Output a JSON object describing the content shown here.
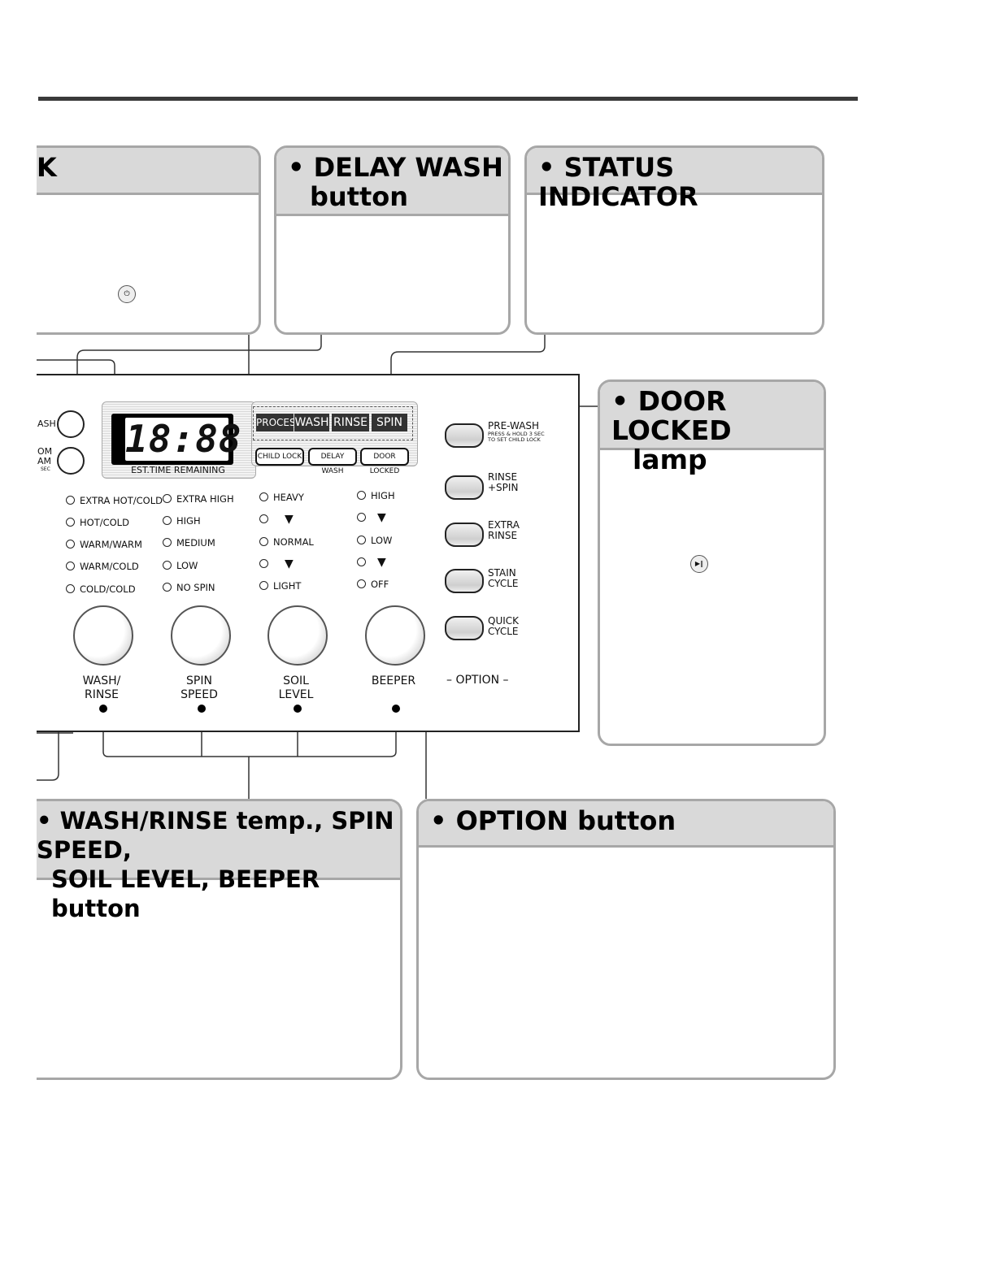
{
  "header_rule": true,
  "callouts": {
    "child_lock_partial": {
      "title": "K"
    },
    "delay_wash": {
      "title_line1": "• DELAY  WASH",
      "title_line2": "button"
    },
    "status_indicator": {
      "title": "• STATUS INDICATOR"
    },
    "door_locked": {
      "title_line1": "• DOOR LOCKED",
      "title_line2": "lamp"
    },
    "wash_rinse": {
      "title_line1": "• WASH/RINSE temp., SPIN SPEED,",
      "title_line2": "SOIL LEVEL, BEEPER  button"
    },
    "option": {
      "title": "• OPTION button"
    }
  },
  "icons": {
    "power_icon": "power-icon",
    "start_pause_icon": "play-pause-icon"
  },
  "panel": {
    "left_buttons": {
      "wash_label": "ASH",
      "program_label_1": "OM",
      "program_label_2": "AM",
      "program_label_3": "SEC"
    },
    "display": {
      "digits": "18:88",
      "caption": "EST.TIME REMAINING"
    },
    "status": {
      "process": "PROCESS",
      "wash": "WASH",
      "rinse": "RINSE",
      "spin": "SPIN"
    },
    "indicators": {
      "child_lock": "CHILD LOCK",
      "delay_wash": "DELAY WASH",
      "door_locked": "DOOR LOCKED"
    },
    "columns": [
      {
        "items": [
          "EXTRA HOT/COLD",
          "HOT/COLD",
          "WARM/WARM",
          "WARM/COLD",
          "COLD/COLD"
        ],
        "label_1": "WASH/",
        "label_2": "RINSE"
      },
      {
        "items": [
          "EXTRA HIGH",
          "HIGH",
          "MEDIUM",
          "LOW",
          "NO SPIN"
        ],
        "label_1": "SPIN",
        "label_2": "SPEED"
      },
      {
        "items": [
          "HEAVY",
          "NORMAL",
          "LIGHT"
        ],
        "label_1": "SOIL",
        "label_2": "LEVEL"
      },
      {
        "items": [
          "HIGH",
          "LOW",
          "OFF"
        ],
        "label_1": "BEEPER",
        "label_2": ""
      }
    ],
    "options": [
      {
        "line1": "PRE-WASH",
        "sub1": "PRESS & HOLD 3 SEC",
        "sub2": "TO SET CHILD LOCK"
      },
      {
        "line1": "RINSE",
        "line2": "+SPIN"
      },
      {
        "line1": "EXTRA",
        "line2": "RINSE"
      },
      {
        "line1": "STAIN",
        "line2": "CYCLE"
      },
      {
        "line1": "QUICK",
        "line2": "CYCLE"
      }
    ],
    "option_caption": "OPTION"
  }
}
